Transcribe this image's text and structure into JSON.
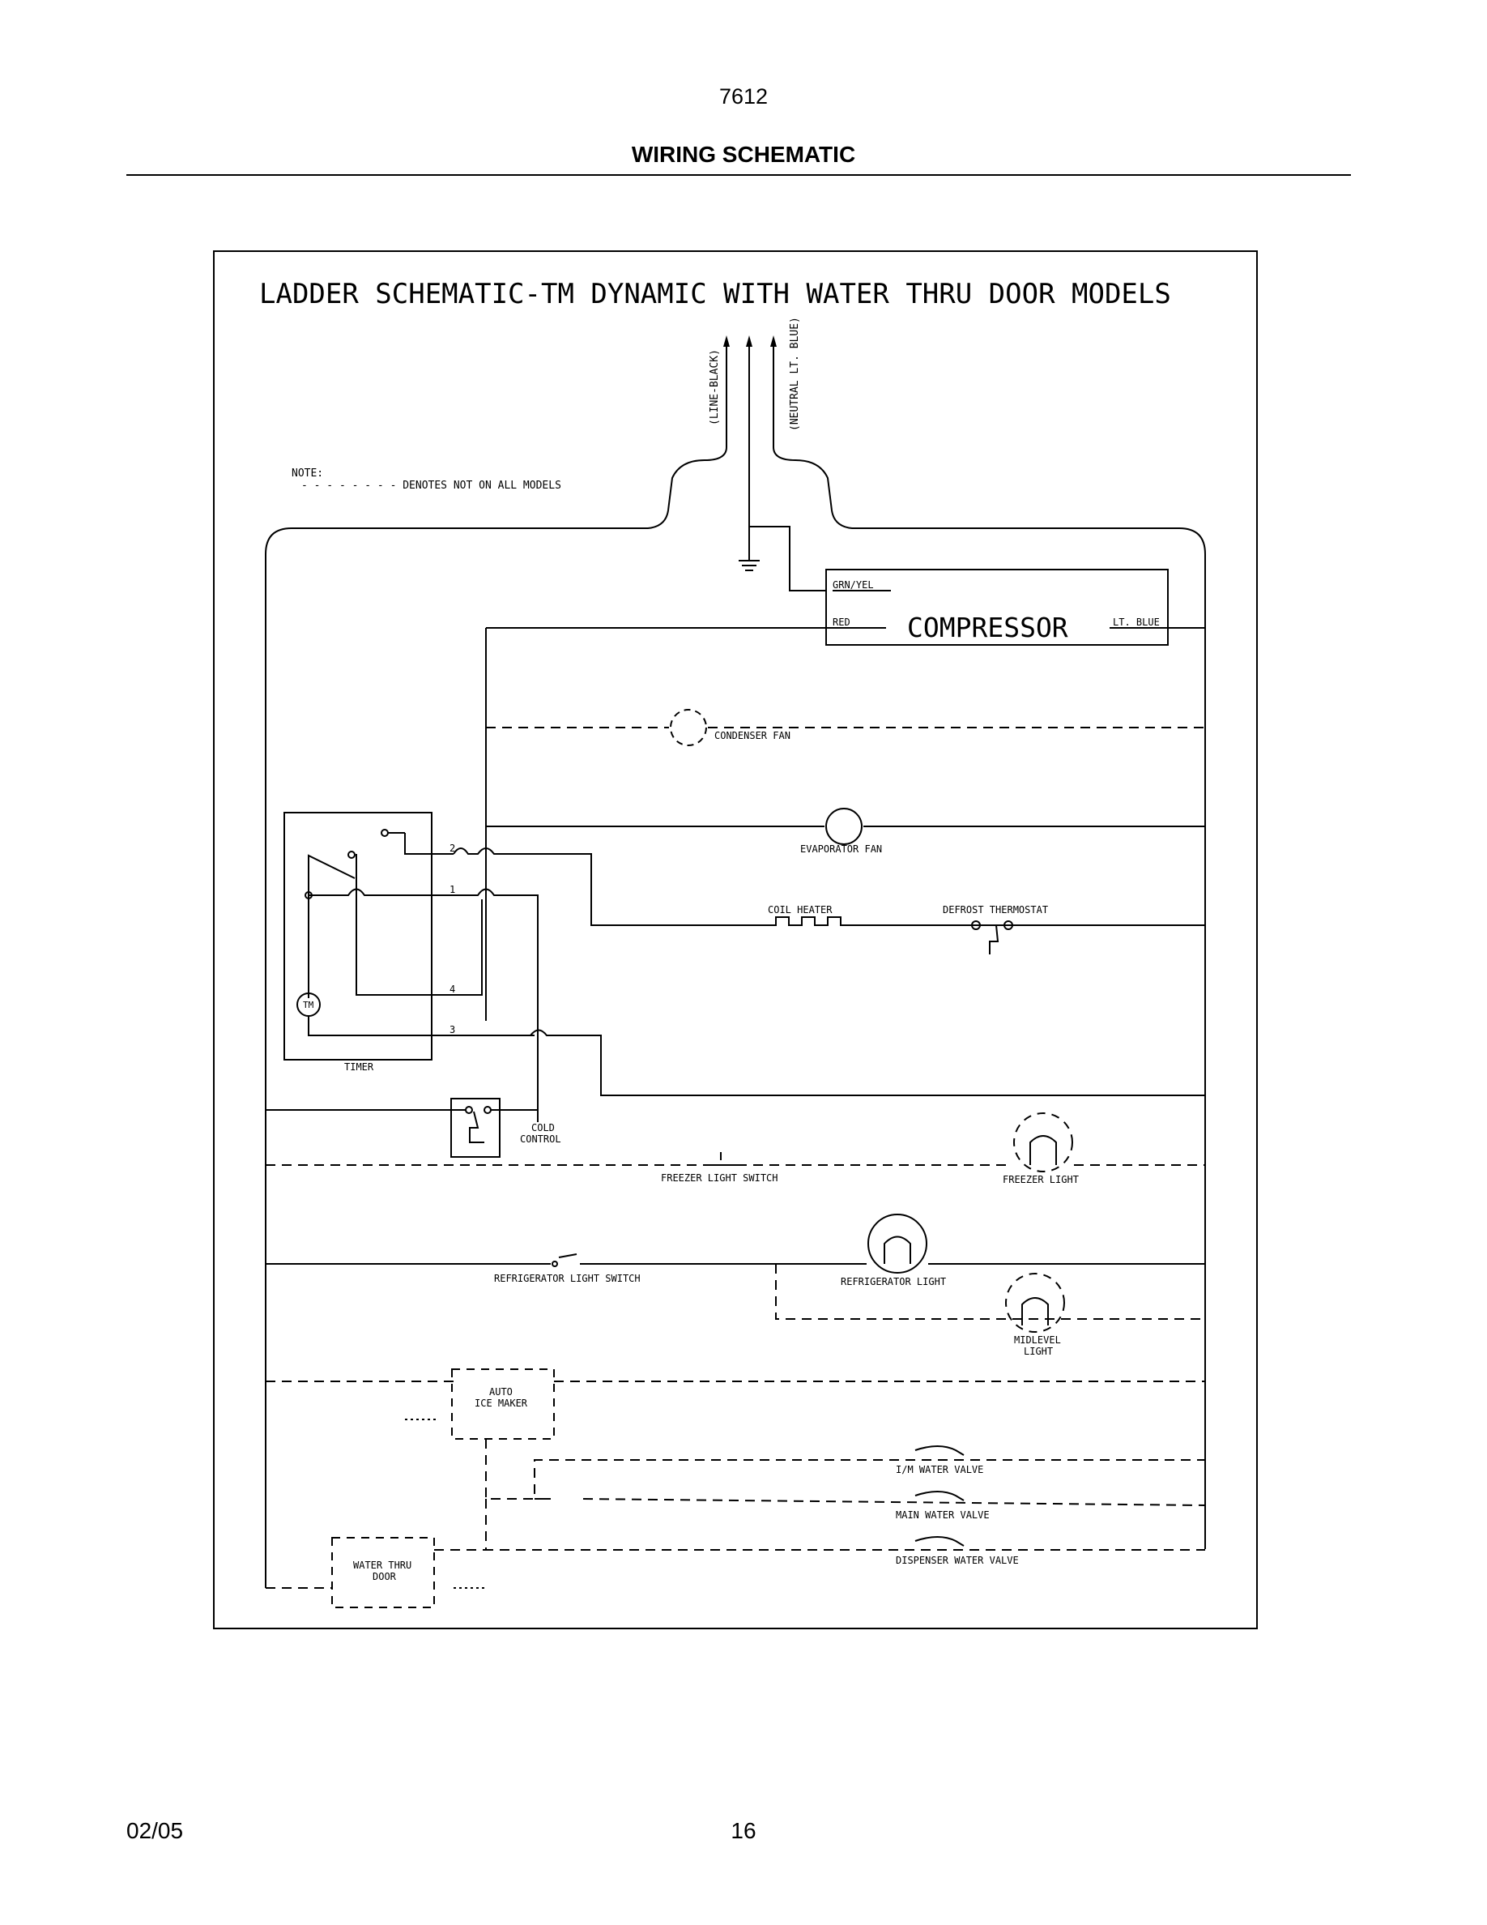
{
  "header": {
    "model_number": "7612",
    "section_title": "WIRING SCHEMATIC"
  },
  "footer": {
    "date": "02/05",
    "page_number": "16"
  },
  "schematic": {
    "title": "LADDER SCHEMATIC-TM DYNAMIC WITH WATER THRU DOOR MODELS",
    "note_label": "NOTE:",
    "note_text": "- - - - - - - - DENOTES NOT ON ALL MODELS",
    "line_label": "(LINE-BLACK)",
    "neutral_label": "(NEUTRAL LT. BLUE)",
    "compressor": {
      "label": "COMPRESSOR",
      "wire_ground": "GRN/YEL",
      "wire_red": "RED",
      "wire_blue": "LT. BLUE"
    },
    "components": {
      "condenser_fan": "CONDENSER FAN",
      "evaporator_fan": "EVAPORATOR FAN",
      "coil_heater": "COIL HEATER",
      "defrost_thermostat": "DEFROST THERMOSTAT",
      "timer": "TIMER",
      "timer_motor": "TM",
      "cold_control": "COLD",
      "cold_control_2": "CONTROL",
      "freezer_light_switch": "FREEZER LIGHT SWITCH",
      "freezer_light": "FREEZER LIGHT",
      "refrigerator_light_switch": "REFRIGERATOR LIGHT SWITCH",
      "refrigerator_light": "REFRIGERATOR LIGHT",
      "midlevel_light": "MIDLEVEL",
      "midlevel_light_2": "LIGHT",
      "auto_ice_maker": "AUTO",
      "auto_ice_maker_2": "ICE MAKER",
      "im_water_valve": "I/M WATER VALVE",
      "main_water_valve": "MAIN WATER VALVE",
      "dispenser_water_valve": "DISPENSER WATER VALVE",
      "water_thru_door": "WATER THRU",
      "water_thru_door_2": "DOOR"
    },
    "timer_terminals": [
      "2",
      "1",
      "4",
      "3"
    ]
  }
}
